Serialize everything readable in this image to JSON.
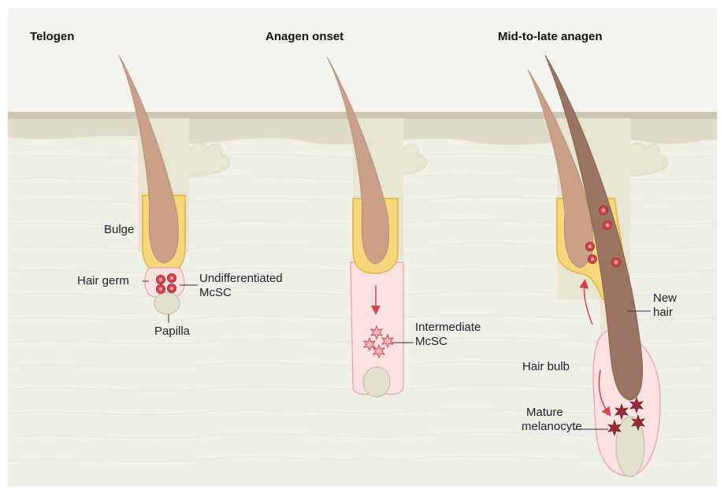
{
  "panels": [
    {
      "title": "Telogen"
    },
    {
      "title": "Anagen onset"
    },
    {
      "title": "Mid-to-late anagen"
    }
  ],
  "labels": {
    "bulge": "Bulge",
    "hair_germ": "Hair germ",
    "undiff_line1": "Undifferentiated",
    "undiff_line2": "McSC",
    "papilla": "Papilla",
    "intermediate_line1": "Intermediate",
    "intermediate_line2": "McSC",
    "new_hair_line1": "New",
    "new_hair_line2": "hair",
    "hair_bulb": "Hair bulb",
    "mature_line1": "Mature",
    "mature_line2": "melanocyte"
  },
  "colors": {
    "background_panel": "#f4f3ee",
    "skin_band": "#ddddc9",
    "dermis": "#efeee7",
    "follicle_sheath": "#e7e5d2",
    "bulge_yellow": "#f5d87c",
    "bulge_outline": "#e3b33c",
    "hair_shaft": "#c9a088",
    "new_hair_shaft": "#9a7460",
    "pink_region": "#fbe1e1",
    "pink_outline": "#ef9da0",
    "stem_cell_red": "#d9434e",
    "mature_melanocyte": "#9c2a32",
    "arrow_red": "#d6444d",
    "papilla": "#e2e1cd"
  }
}
